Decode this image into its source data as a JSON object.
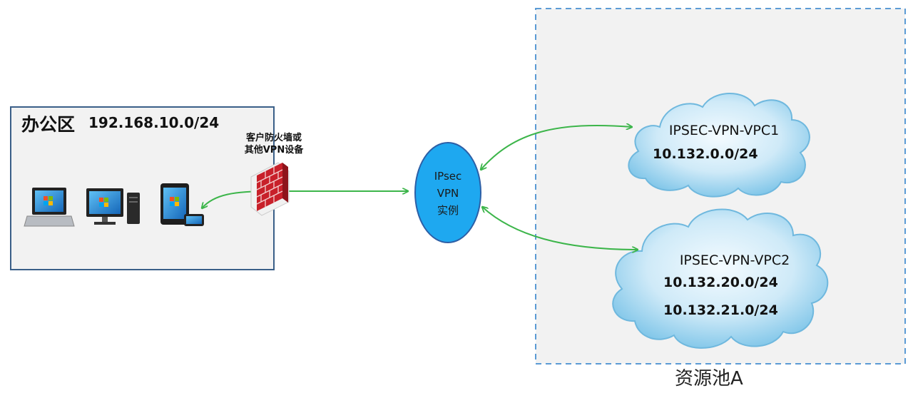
{
  "office": {
    "title": "办公区",
    "subnet": "192.168.10.0/24",
    "devices": [
      "laptop-icon",
      "desktop-computer-icon",
      "tablet-phone-icon"
    ]
  },
  "firewall": {
    "label_line1": "客户防火墙或",
    "label_line2": "其他VPN设备",
    "icon": "brick-firewall-icon"
  },
  "ipsec": {
    "line1": "IPsec",
    "line2": "VPN",
    "line3": "实例"
  },
  "resource_pool": {
    "label": "资源池A",
    "vpc1": {
      "name": "IPSEC-VPN-VPC1",
      "cidr": "10.132.0.0/24"
    },
    "vpc2": {
      "name": "IPSEC-VPN-VPC2",
      "cidr1": "10.132.20.0/24",
      "cidr2": "10.132.21.0/24"
    }
  },
  "colors": {
    "office_border": "#3a5f88",
    "office_fill": "#f2f2f2",
    "pool_border": "#5b9bd5",
    "pool_fill": "#f2f2f2",
    "ipsec_fill": "#1ea8f0",
    "ipsec_border": "#2d5fa6",
    "link": "#3cb54a",
    "cloud_light": "#e8f6fc",
    "cloud_dark": "#7fc9ec",
    "firewall": "#c8202a"
  }
}
